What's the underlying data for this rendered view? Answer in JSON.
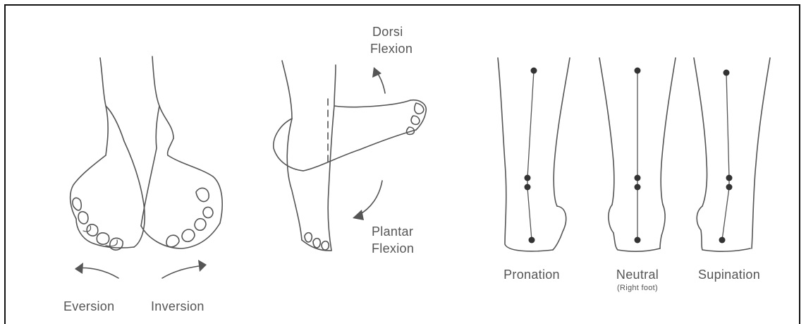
{
  "panels": {
    "eversion_inversion": {
      "eversion_label": "Eversion",
      "inversion_label": "Inversion"
    },
    "flexion": {
      "dorsi_label_line1": "Dorsi",
      "dorsi_label_line2": "Flexion",
      "plantar_label_line1": "Plantar",
      "plantar_label_line2": "Flexion"
    },
    "foot_posture": {
      "pronation_label": "Pronation",
      "neutral_label": "Neutral",
      "neutral_sublabel": "(Right foot)",
      "supination_label": "Supination"
    }
  },
  "colors": {
    "line": "#555555",
    "dot": "#333333",
    "border": "#111111"
  }
}
